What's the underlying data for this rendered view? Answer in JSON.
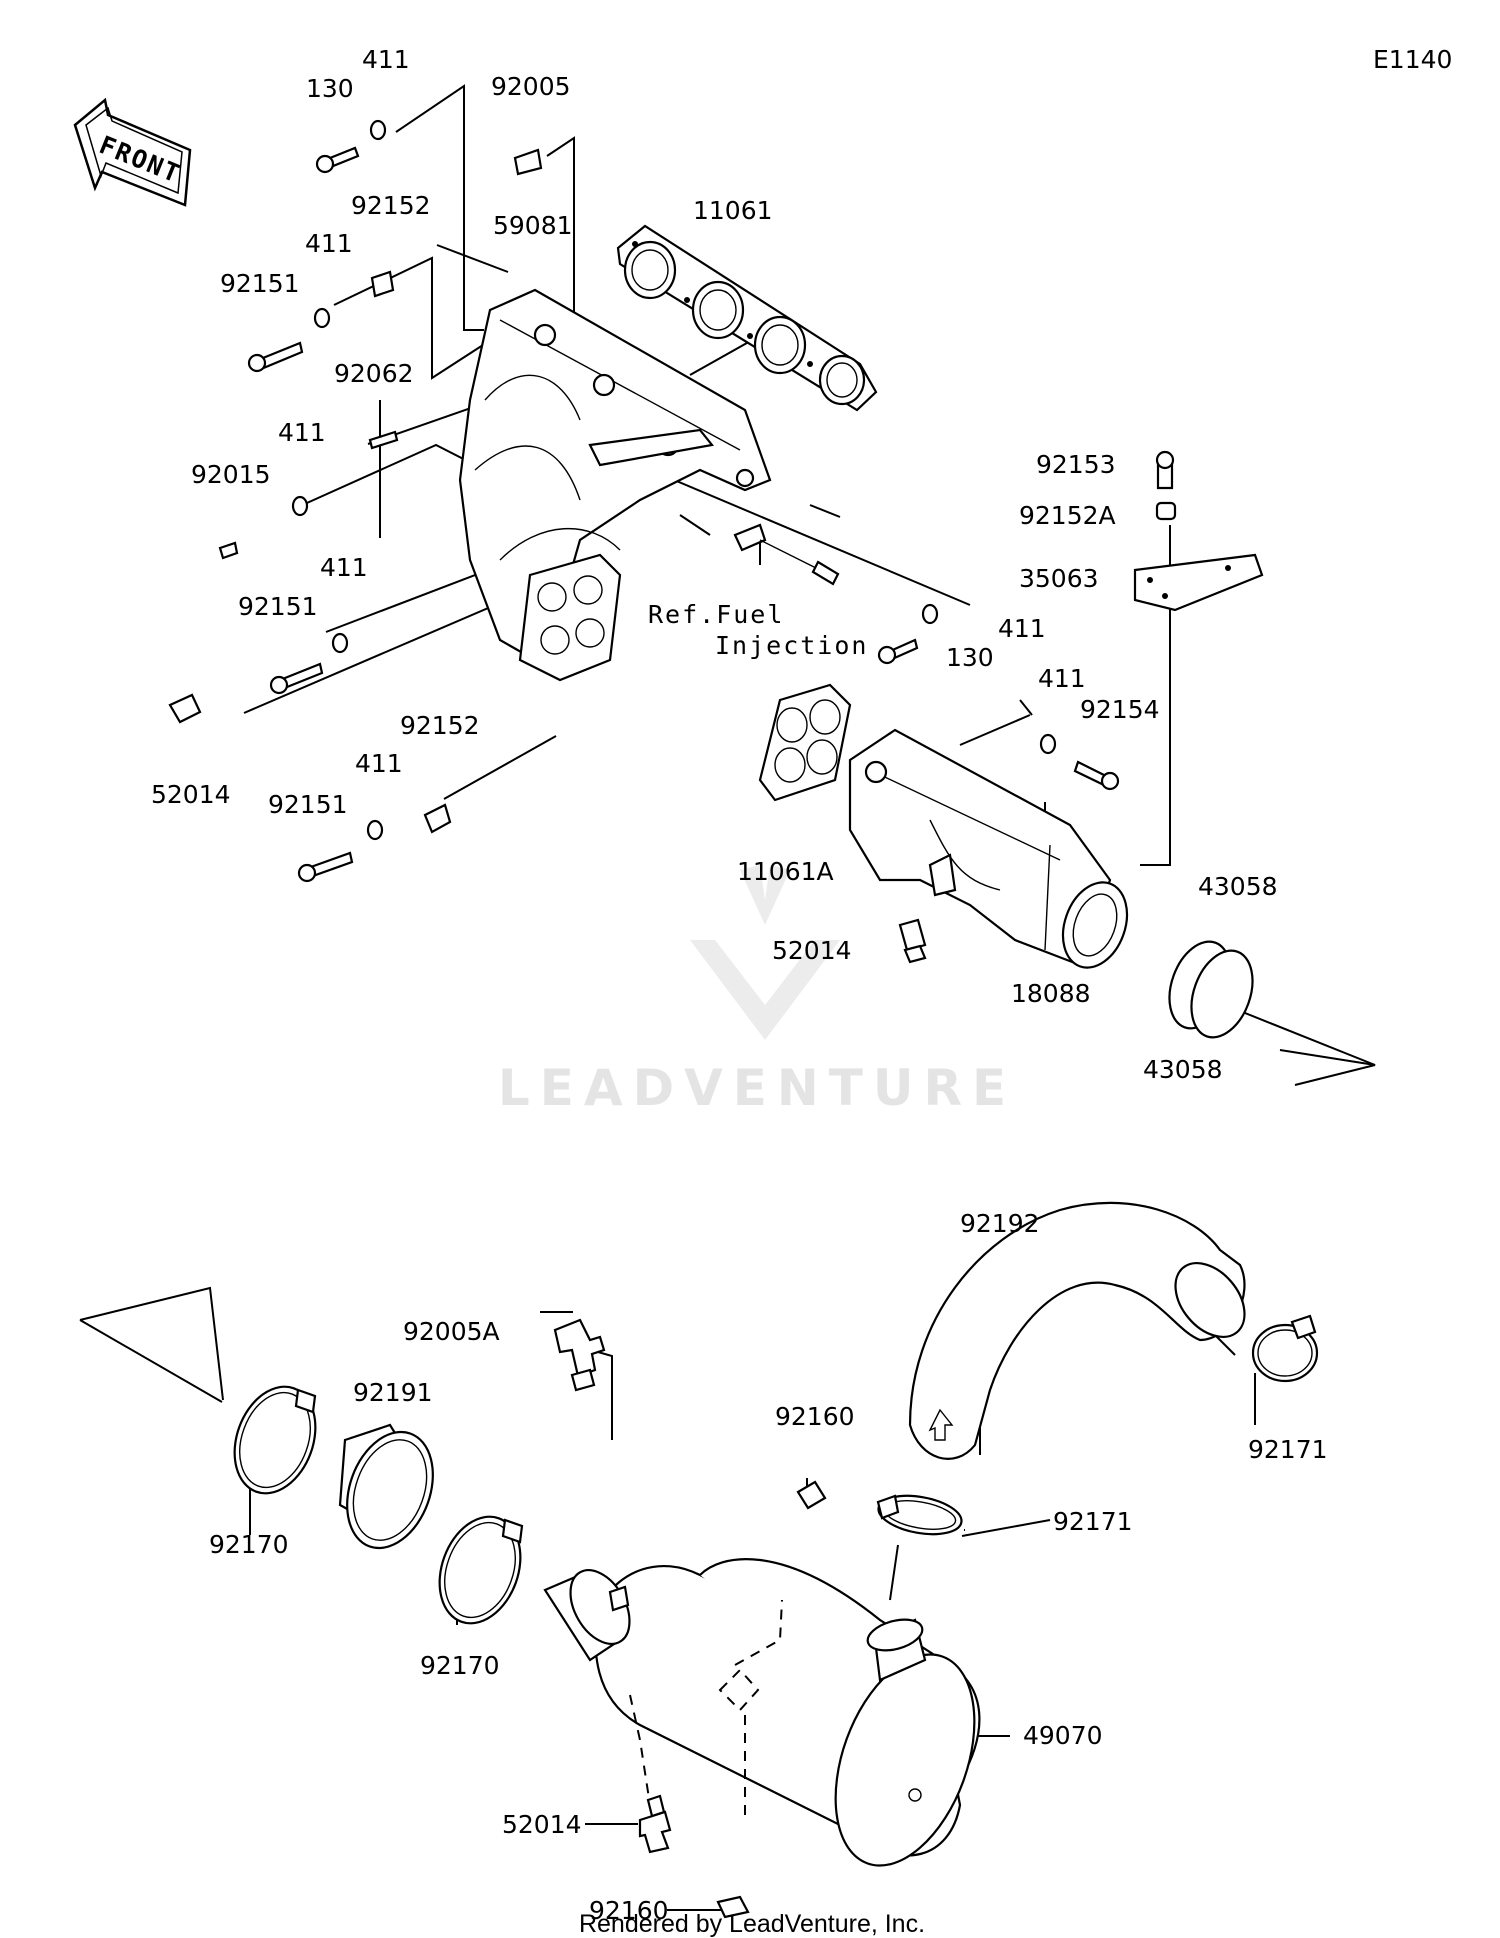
{
  "diagram_id": "E1140",
  "front_label": "FRONT",
  "watermark": "LEADVENTURE",
  "footer": "Rendered by LeadVenture, Inc.",
  "ref_note": {
    "line1": "Ref.Fuel",
    "line2": "Injection"
  },
  "part_numbers": {
    "p130a": "130",
    "p411a": "411",
    "p92005": "92005",
    "p11061": "11061",
    "p92152a": "92152",
    "p411b": "411",
    "p92151a": "92151",
    "p59081": "59081",
    "p92062": "92062",
    "p411c": "411",
    "p92015": "92015",
    "p411d": "411",
    "p92151b": "92151",
    "p52014a": "52014",
    "p411e": "411",
    "p92152b": "92152",
    "p92151c": "92151",
    "p92153": "92153",
    "p92152A": "92152A",
    "p35063": "35063",
    "p411f": "411",
    "p130b": "130",
    "p411g": "411",
    "p92154": "92154",
    "p11061A": "11061A",
    "p43058a": "43058",
    "p52014b": "52014",
    "p18088": "18088",
    "p43058b": "43058",
    "p92192": "92192",
    "p92005A": "92005A",
    "p92191": "92191",
    "p92170a": "92170",
    "p92160a": "92160",
    "p92171a": "92171",
    "p92171b": "92171",
    "p92170b": "92170",
    "p49070": "49070",
    "p52014c": "52014",
    "p92160b": "92160"
  }
}
